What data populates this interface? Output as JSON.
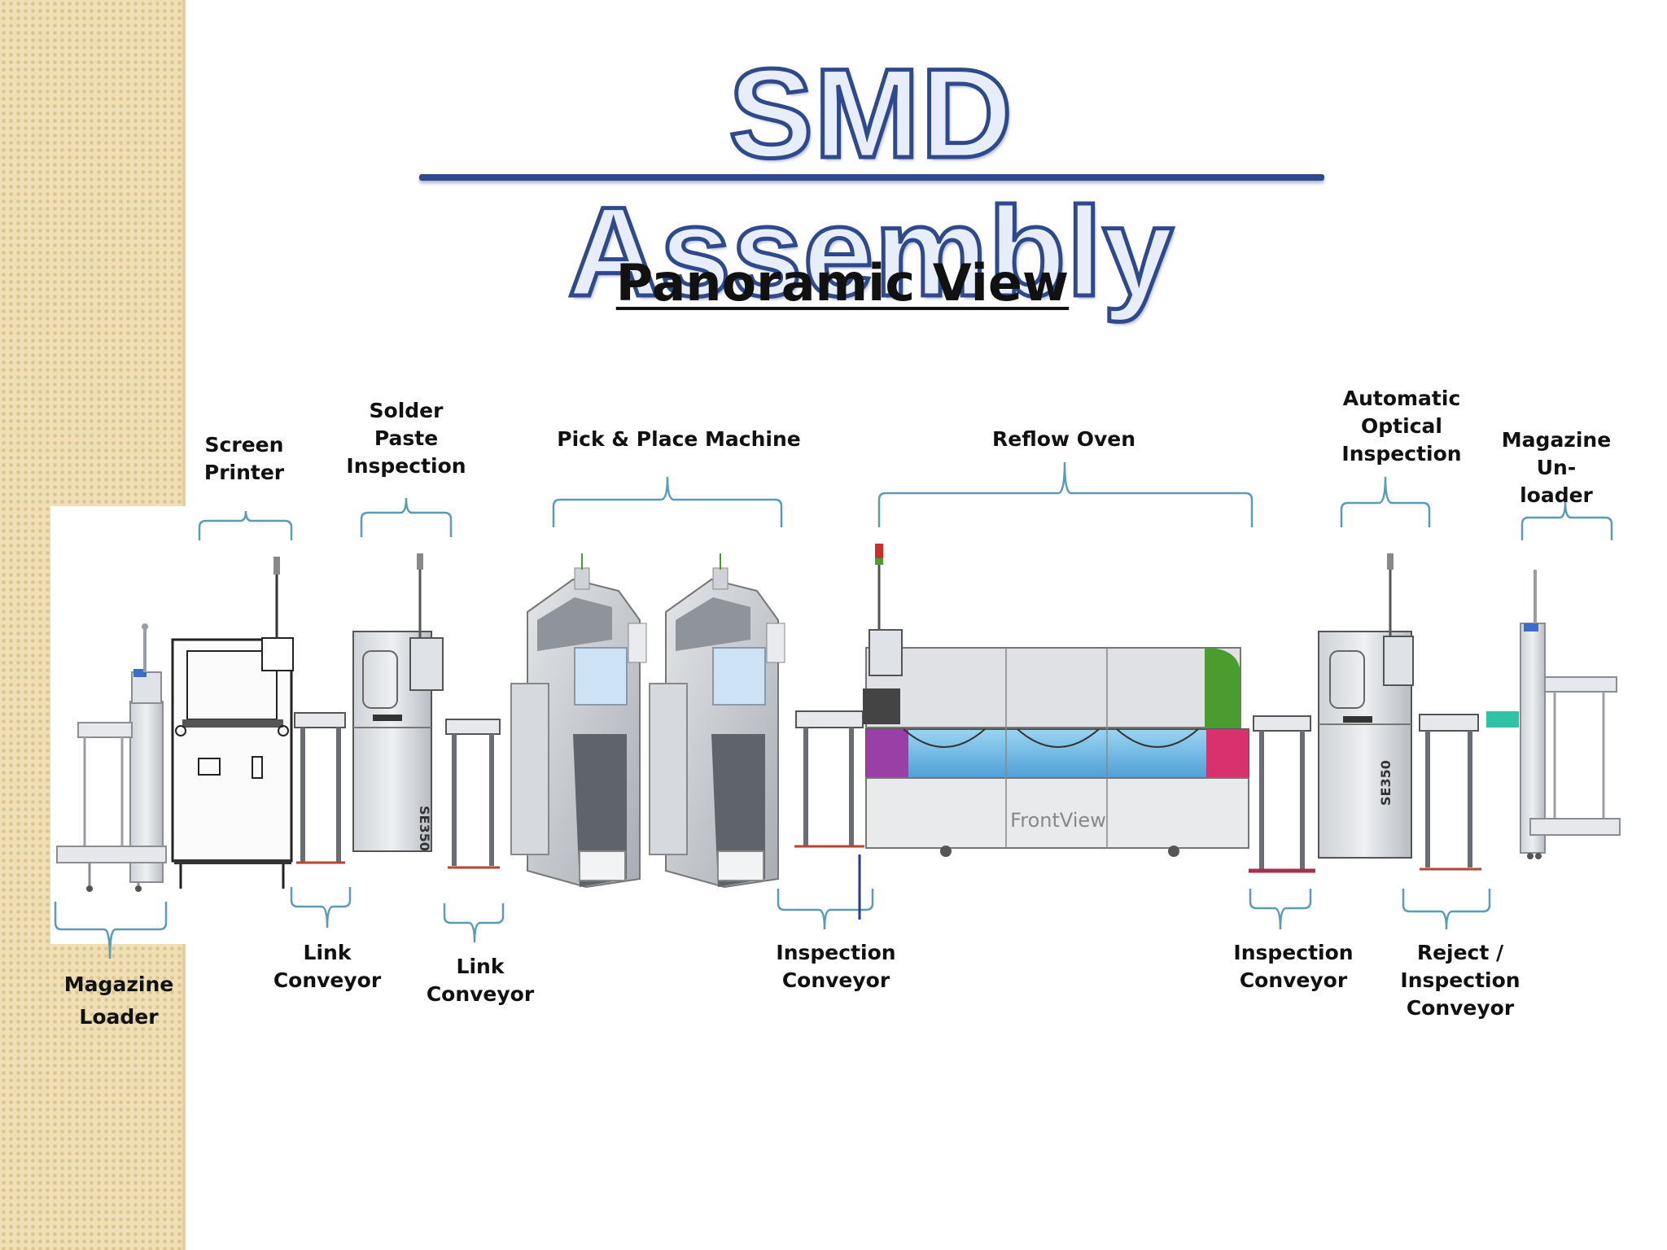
{
  "slide": {
    "title": "SMD Assembly",
    "subtitle": "Panoramic View"
  },
  "machines": {
    "screen_printer": "Screen\nPrinter",
    "solder_paste_inspection": "Solder\nPaste\nInspection",
    "pick_and_place": "Pick & Place Machine",
    "reflow_oven": "Reflow Oven",
    "aoi": "Automatic\nOptical\nInspection",
    "magazine_unloader": "Magazine\nUn-loader",
    "magazine_loader": "Magazine\nLoader",
    "link_conveyor_1": "Link\nConveyor",
    "link_conveyor_2": "Link\nConveyor",
    "inspection_conveyor_1": "Inspection\nConveyor",
    "inspection_conveyor_2": "Inspection\nConveyor",
    "reject_inspection_conveyor": "Reject /\nInspection\nConveyor"
  },
  "equipment_text": {
    "oven_front_label": "FrontView"
  },
  "colors": {
    "bracket": "#5a9bb5",
    "title_fill": "#e7edf9",
    "title_outline": "#2f4a8c",
    "oven_green": "#4a9c2e",
    "oven_blue": "#6fb8e6",
    "oven_magenta": "#d8316e",
    "oven_purple": "#9a3fa5",
    "side_strip": "#efdfb7"
  }
}
